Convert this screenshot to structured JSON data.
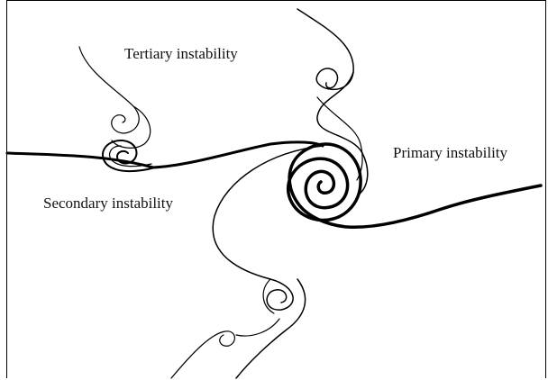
{
  "labels": {
    "tertiary": "Tertiary instability",
    "primary": "Primary instability",
    "secondary": "Secondary instability"
  },
  "colors": {
    "stroke": "#000000",
    "background": "#ffffff"
  }
}
